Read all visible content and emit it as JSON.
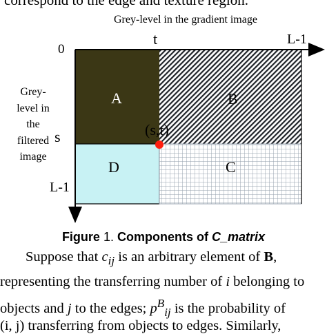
{
  "header": {
    "top_text": "correspond to the edge and texture region."
  },
  "diagram": {
    "x_axis_title": "Grey-level in the gradient image",
    "y_axis_title": "Grey-level in the filtered image",
    "x_start_label": "0",
    "x_threshold_label": "t",
    "x_end_label": "L-1",
    "y_threshold_label": "s",
    "y_end_label": "L-1",
    "point_label": "(s,t)",
    "regions": {
      "a": "A",
      "b": "B",
      "c": "C",
      "d": "D"
    },
    "colors": {
      "region_a": "#3b3715",
      "region_d": "#c8f2f4",
      "grid_lines": "#94a0ad",
      "hatch_lines": "#1e2228",
      "point": "#ff1e10"
    }
  },
  "caption": {
    "prefix": "Figure",
    "number": "1.",
    "text_plain": "Components of",
    "text_italic": "C_matrix"
  },
  "body": {
    "line1_a": "Suppose that",
    "line1_sym": "c",
    "line1_sub": "ij",
    "line1_b": "is an arbitrary element of",
    "line1_bold": "B",
    "line1_c": ",",
    "line2_a": "representing the transferring number of",
    "line2_sym": "i",
    "line2_b": "belonging to",
    "line3_a": "objects and",
    "line3_sym": "j",
    "line3_b": "to the edges;",
    "line3_sym2": "p",
    "line3_sup": "B",
    "line3_sub": "ij",
    "line3_c": "is the probability of",
    "line4": "(i, j) transferring from objects to edges. Similarly,"
  }
}
